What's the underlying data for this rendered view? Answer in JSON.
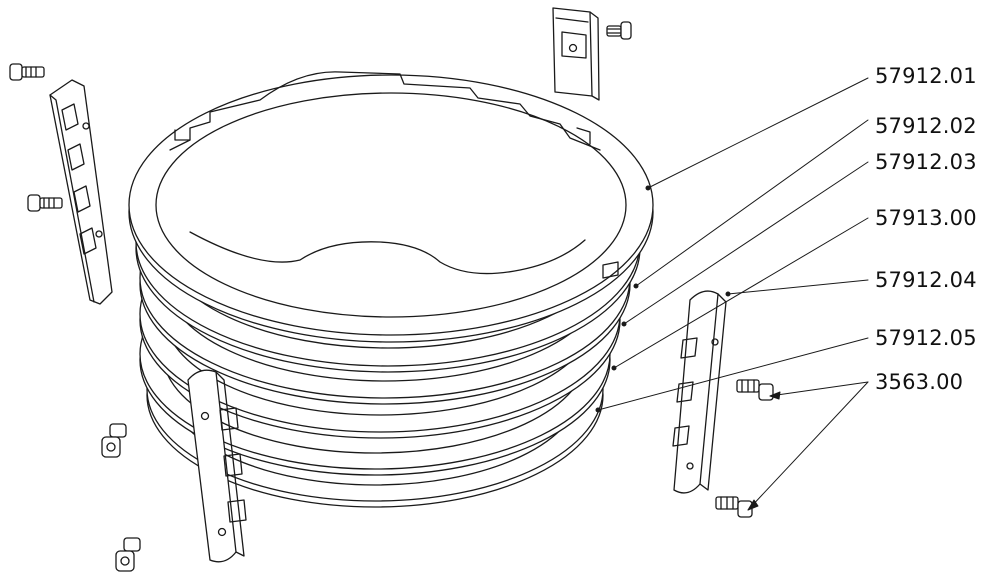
{
  "labels": [
    "57912.01",
    "57912.02",
    "57912.03",
    "57913.00",
    "57912.04",
    "57912.05",
    "3563.00"
  ],
  "colors": {
    "line": "#1a1a1a",
    "background": "#ffffff"
  }
}
